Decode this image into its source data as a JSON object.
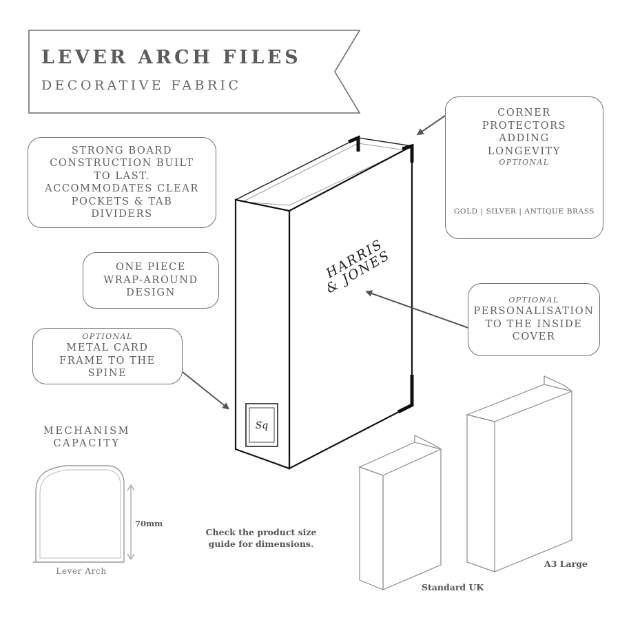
{
  "banner": {
    "title": "LEVER ARCH FILES",
    "subtitle": "DECORATIVE FABRIC"
  },
  "callouts": {
    "board": "STRONG BOARD CONSTRUCTION BUILT TO LAST. ACCOMMODATES CLEAR POCKETS & TAB DIVIDERS",
    "wrap": "ONE PIECE WRAP-AROUND DESIGN",
    "card_frame": {
      "optional": "OPTIONAL",
      "text": "METAL CARD FRAME TO THE SPINE"
    },
    "corners": {
      "text": "CORNER PROTECTORS ADDING LONGEVITY",
      "optional": "OPTIONAL",
      "options": "GOLD | SILVER | ANTIQUE BRASS"
    },
    "personalisation": {
      "optional": "OPTIONAL",
      "text": "PERSONALISATION TO THE INSIDE COVER"
    }
  },
  "brand": {
    "line1": "HARRIS",
    "line2": "& JONES",
    "spine_monogram": "Sq"
  },
  "mechanism": {
    "title": "MECHANISM CAPACITY",
    "capacity": "70mm",
    "label": "Lever Arch"
  },
  "size_note": "Check the product size guide for dimensions.",
  "sizes": {
    "standard": "Standard UK",
    "large": "A3 Large"
  },
  "colors": {
    "gold": "#b59a55",
    "silver": "#c9c9c9",
    "antique_brass": "#7c6a4e",
    "outline": "#6e6e6e"
  }
}
